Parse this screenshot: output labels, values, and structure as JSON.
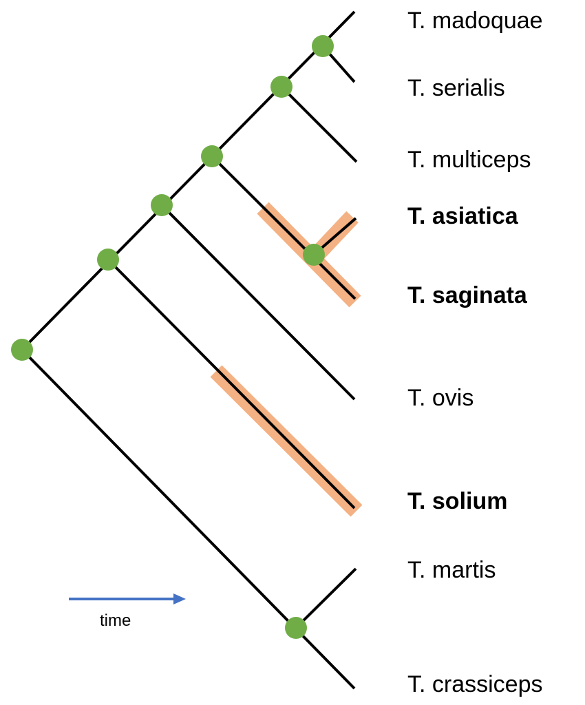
{
  "taxa": [
    {
      "name": "T. madoquae",
      "bold": false
    },
    {
      "name": "T. serialis",
      "bold": false
    },
    {
      "name": "T. multiceps",
      "bold": false
    },
    {
      "name": "T. asiatica",
      "bold": true
    },
    {
      "name": "T. saginata",
      "bold": true
    },
    {
      "name": "T. ovis",
      "bold": false
    },
    {
      "name": "T. solium",
      "bold": true
    },
    {
      "name": "T. martis",
      "bold": false
    },
    {
      "name": "T. crassiceps",
      "bold": false
    }
  ],
  "legend": {
    "time_label": "time"
  },
  "colors": {
    "branch": "#000000",
    "node": "#70ad47",
    "highlight": "#f4b183",
    "arrow": "#4472c4"
  }
}
